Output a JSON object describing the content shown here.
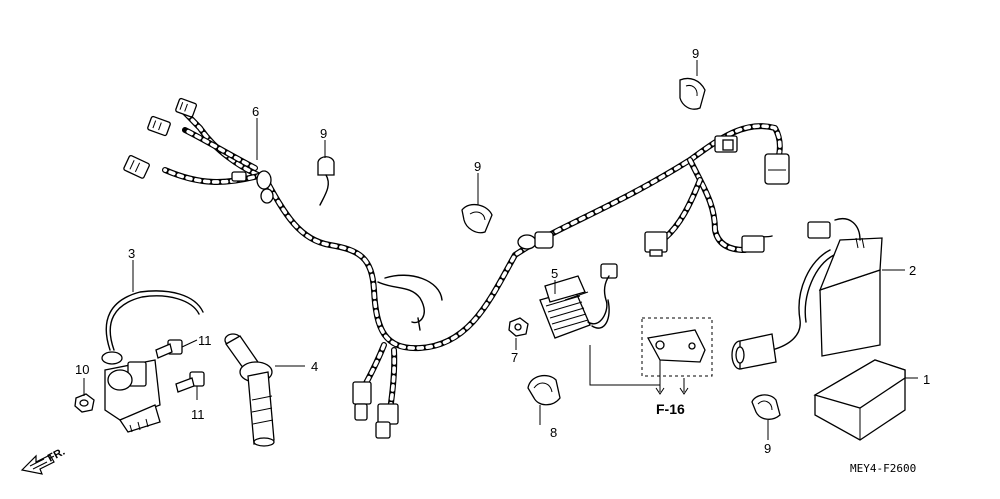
{
  "diagram": {
    "parts": [
      {
        "key": "p1",
        "label": "1"
      },
      {
        "key": "p2",
        "label": "2"
      },
      {
        "key": "p3",
        "label": "3"
      },
      {
        "key": "p4",
        "label": "4"
      },
      {
        "key": "p5",
        "label": "5"
      },
      {
        "key": "p6",
        "label": "6"
      },
      {
        "key": "p7",
        "label": "7"
      },
      {
        "key": "p8",
        "label": "8"
      },
      {
        "key": "p9a",
        "label": "9"
      },
      {
        "key": "p9b",
        "label": "9"
      },
      {
        "key": "p9c",
        "label": "9"
      },
      {
        "key": "p9d",
        "label": "9"
      },
      {
        "key": "p10",
        "label": "10"
      },
      {
        "key": "p11a",
        "label": "11"
      },
      {
        "key": "p11b",
        "label": "11"
      }
    ],
    "reference": "F-16",
    "front_marker": "FR.",
    "drawing_code": "MEY4-F2600"
  }
}
